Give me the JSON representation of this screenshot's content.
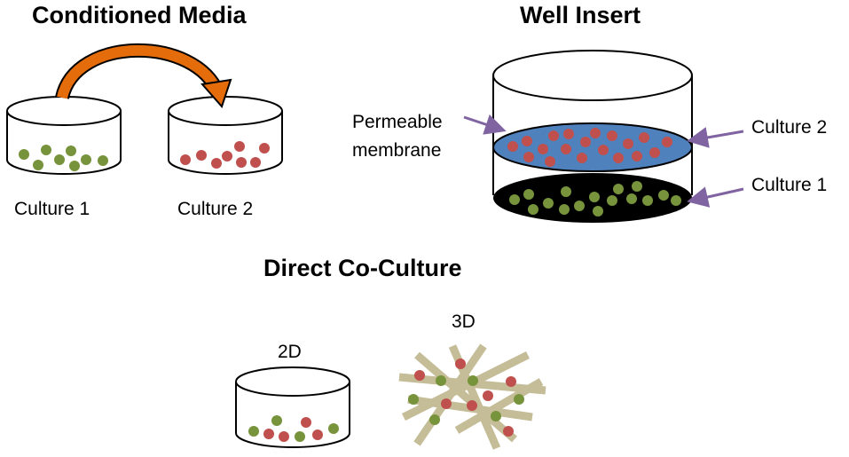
{
  "sections": {
    "conditioned_media": {
      "title": "Conditioned Media",
      "culture1_label": "Culture 1",
      "culture2_label": "Culture 2"
    },
    "well_insert": {
      "title": "Well Insert",
      "membrane_label_line1": "Permeable",
      "membrane_label_line2": "membrane",
      "culture2_label": "Culture 2",
      "culture1_label": "Culture 1"
    },
    "direct_coculture": {
      "title": "Direct Co-Culture",
      "label_2d": "2D",
      "label_3d": "3D"
    }
  },
  "colors": {
    "green_cell": "#77933c",
    "red_cell": "#c0504d",
    "membrane_blue": "#4f81bd",
    "arrow_orange": "#e46c0a",
    "pointer_purple": "#8064a2",
    "fiber_tan": "#c4bd97",
    "outline": "#000000"
  }
}
